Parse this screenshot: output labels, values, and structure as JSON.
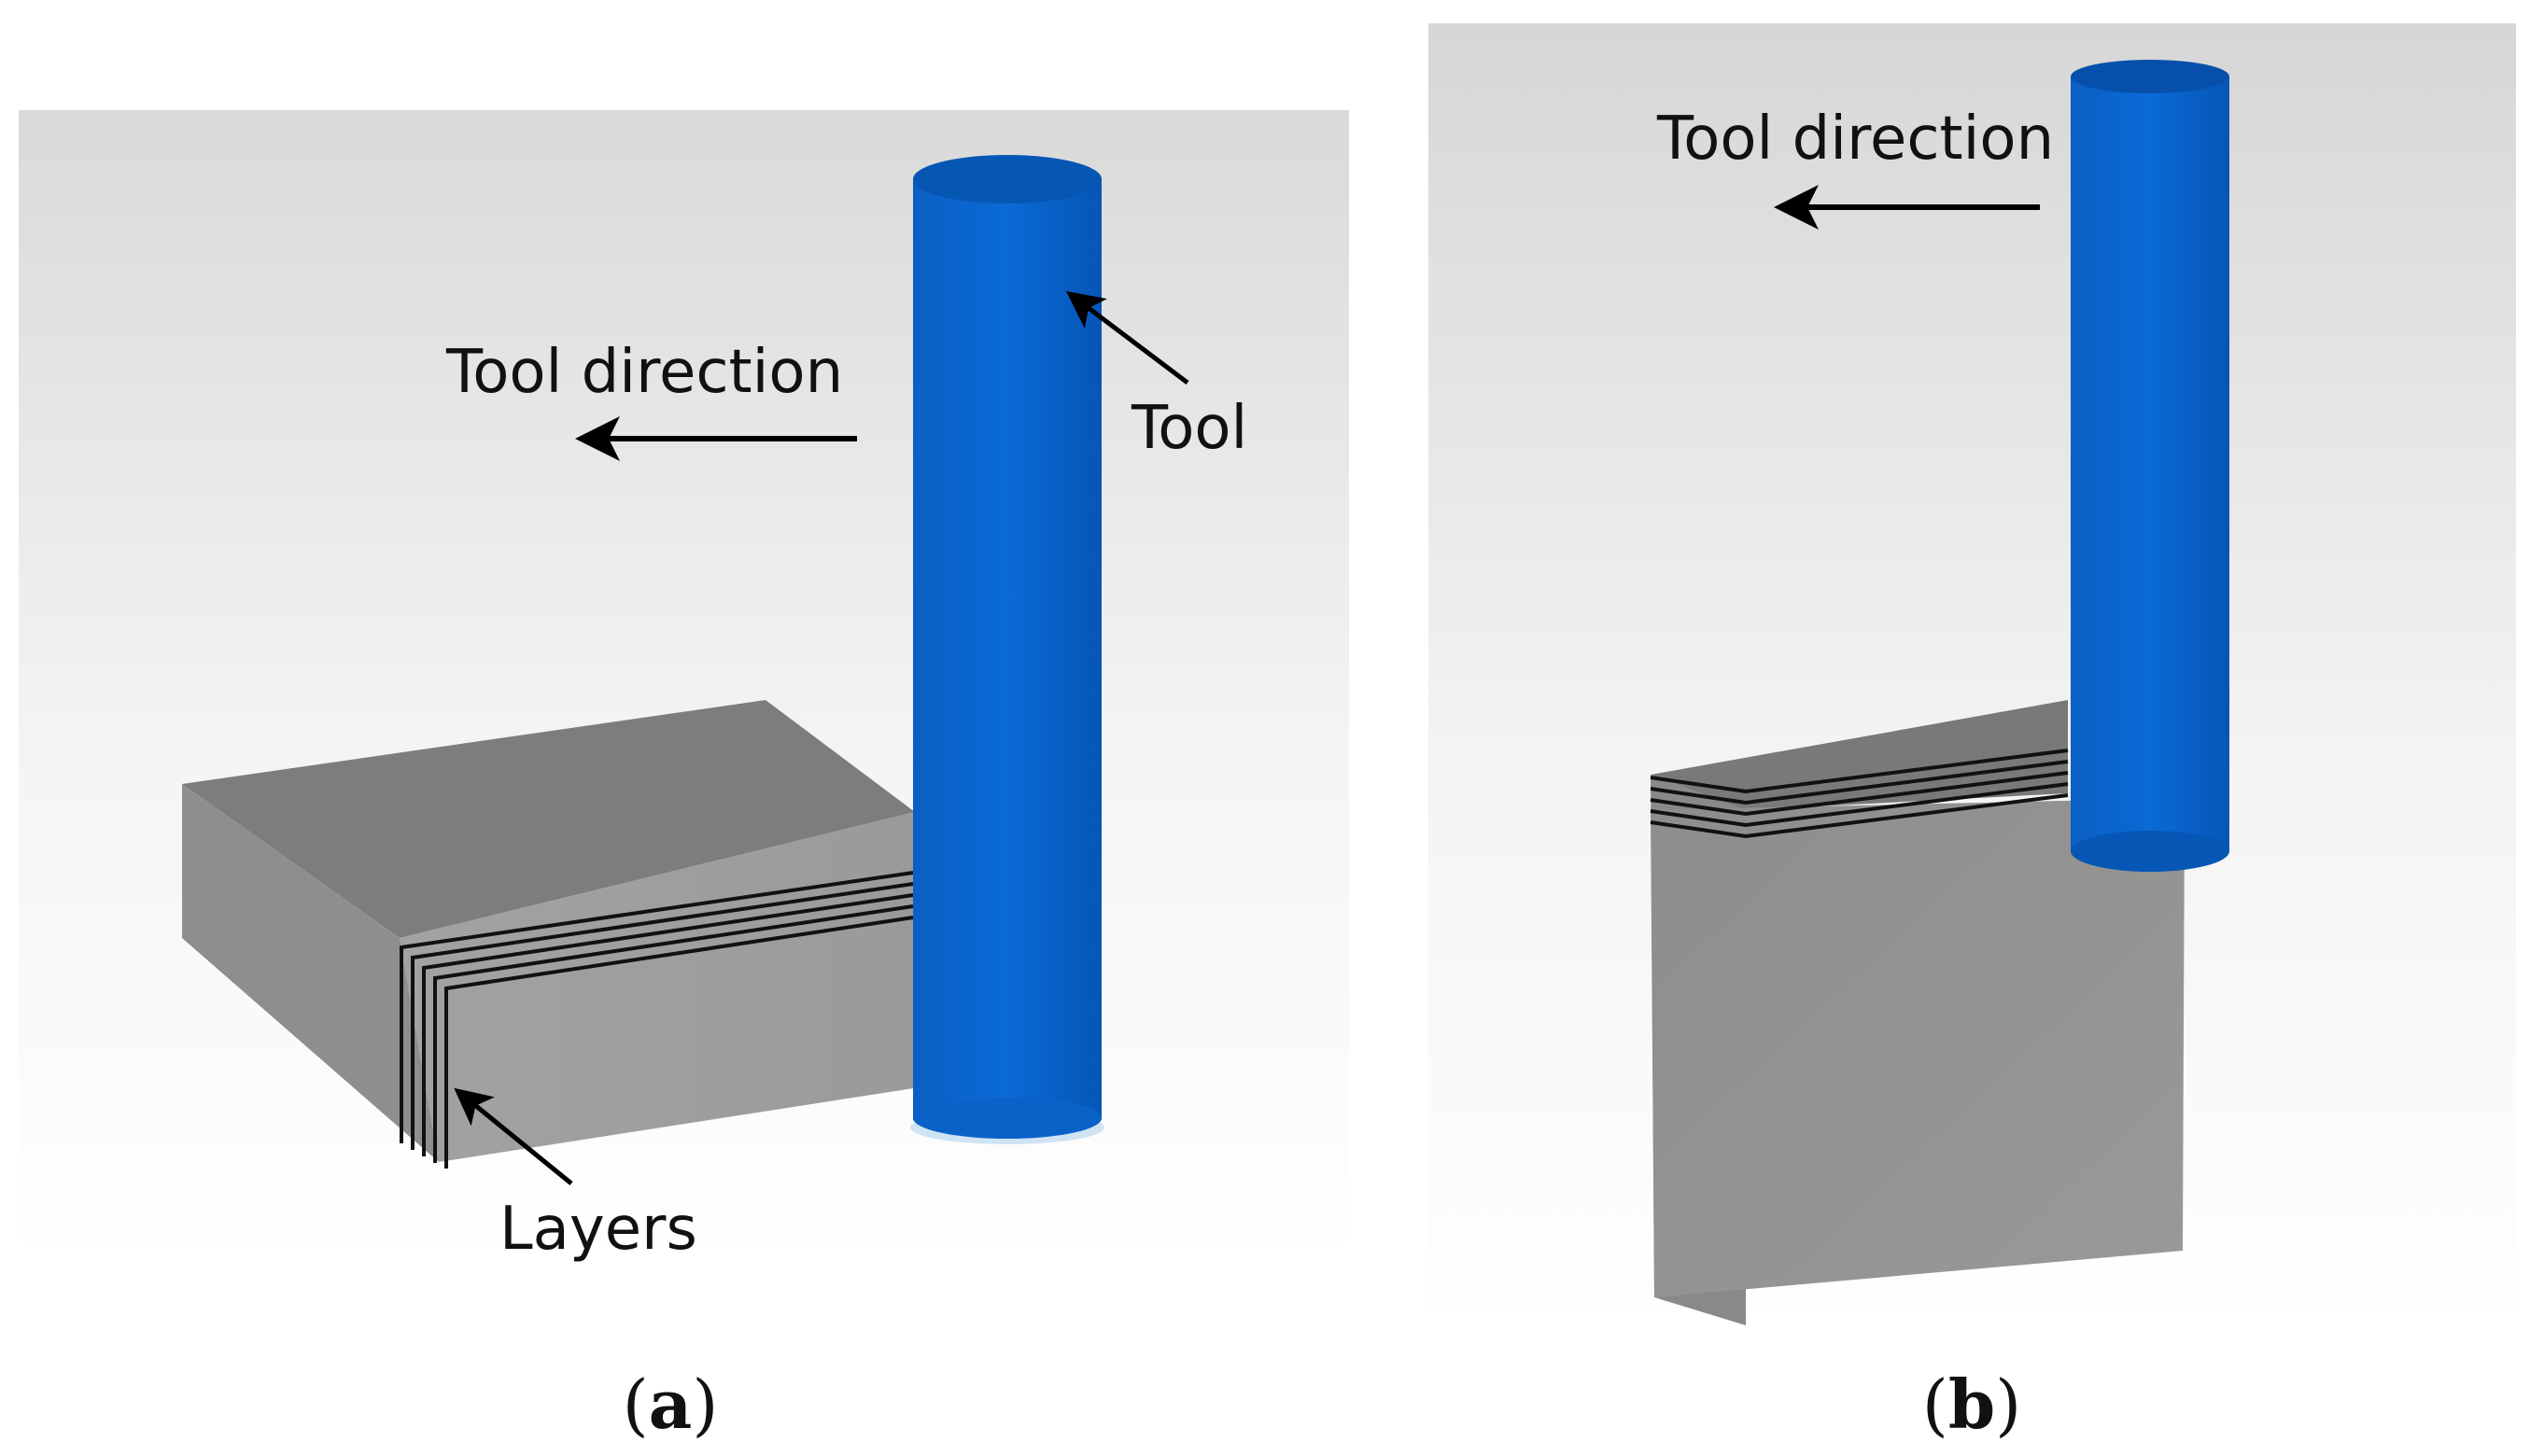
{
  "panel_a": {
    "tool_direction_label": "Tool direction",
    "tool_label": "Tool",
    "layers_label": "Layers",
    "caption_open": "(",
    "caption_letter": "a",
    "caption_close": ")"
  },
  "panel_b": {
    "tool_direction_label": "Tool direction",
    "caption_open": "(",
    "caption_letter": "b",
    "caption_close": ")"
  },
  "colors": {
    "tool_blue": "#0066cc",
    "block_gray": "#8c8a88",
    "layer_line": "#111111",
    "arrow": "#000000"
  }
}
